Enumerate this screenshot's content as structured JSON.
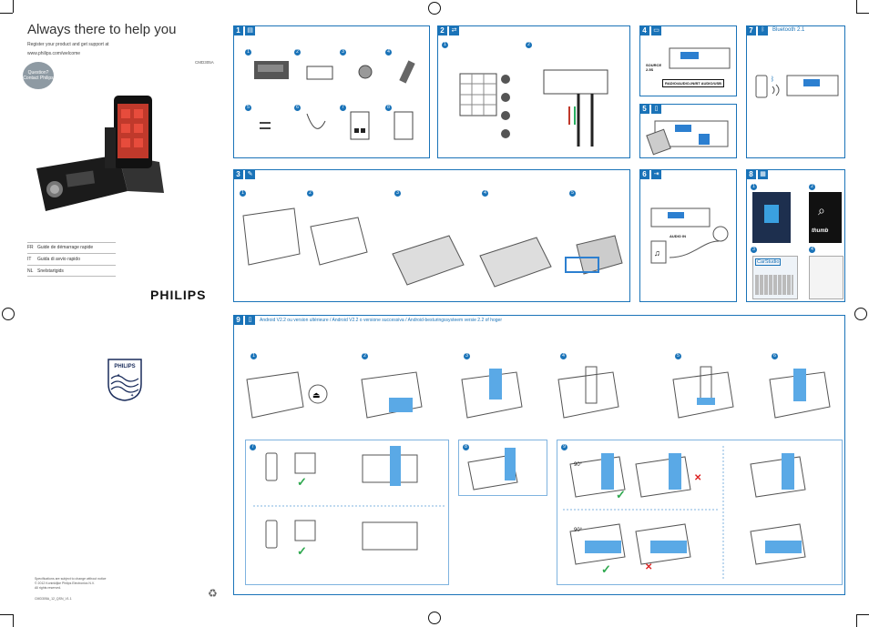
{
  "header": {
    "title": "Always there to help you",
    "register_line1": "Register your product and get support at",
    "register_line2": "www.philips.com/welcome",
    "model": "CMD305A",
    "badge": "Question? Contact Philips"
  },
  "languages": [
    {
      "code": "FR",
      "label": "Guide de démarrage rapide"
    },
    {
      "code": "IT",
      "label": "Guida di avvio rapido"
    },
    {
      "code": "NL",
      "label": "Snelstartgids"
    }
  ],
  "brand": "PHILIPS",
  "footer": {
    "line1": "Specifications are subject to change without notice",
    "line2": "© 2012 Koninklijke Philips Electronics N.V.",
    "line3": "All rights reserved.",
    "doc_id": "CMD305A_12_QSN_V1.1"
  },
  "panels": {
    "p1": {
      "num": "1",
      "steps": [
        "1",
        "2",
        "3",
        "4",
        "5",
        "6",
        "7",
        "8"
      ]
    },
    "p2": {
      "num": "2",
      "steps": [
        "1",
        "2"
      ]
    },
    "p3": {
      "num": "3",
      "steps": [
        "1",
        "2",
        "3",
        "4",
        "5"
      ]
    },
    "p4": {
      "num": "4",
      "source_label": "SOURCE 2.5S",
      "mode_label": "RADIO/AUDIO-IN/BT AUDIO/USB"
    },
    "p5": {
      "num": "5"
    },
    "p6": {
      "num": "6",
      "audio_in": "AUDIO IN"
    },
    "p7": {
      "num": "7",
      "title": "Bluetooth 2.1"
    },
    "p8": {
      "num": "8",
      "steps": [
        "1",
        "2",
        "3",
        "4"
      ],
      "app_label": "CarStudio",
      "thumb_label": "thumb"
    },
    "p9": {
      "num": "9",
      "title": "Android V2.2 ou version ultérieure / Android V2.2 o versione successiva / Android-besturingssysteem versie 2.2 of hoger",
      "steps": [
        "1",
        "2",
        "3",
        "4",
        "5",
        "6"
      ],
      "sub_steps": [
        "7",
        "8",
        "9"
      ],
      "angle": "90°"
    }
  },
  "colors": {
    "accent": "#1a73b8",
    "ok": "#2fa84f",
    "bad": "#dd2222"
  }
}
